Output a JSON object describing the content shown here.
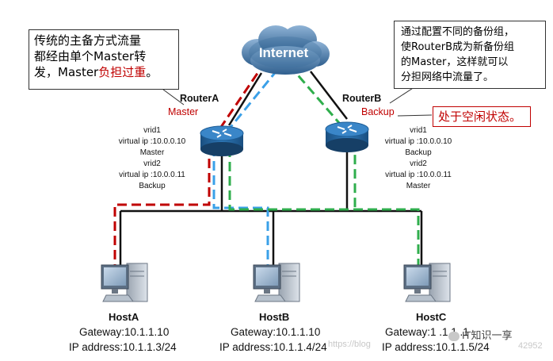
{
  "internet": {
    "label": "Internet"
  },
  "callout_left": {
    "line1": "传统的主备方式流量",
    "line2": "都经由单个Master转",
    "line3_prefix": "发，Master",
    "line3_highlight": "负担过重",
    "line3_suffix": "。"
  },
  "callout_right": {
    "line1": "通过配置不同的备份组，",
    "line2": "使RouterB成为新备份组",
    "line3": "的Master，这样就可以",
    "line4": "分担网络中流量了。"
  },
  "callout_idle": {
    "text": "处于空闲状态。"
  },
  "router_a": {
    "name": "RouterA",
    "role": "Master",
    "vrid1": "vrid1",
    "vip1": "virtual ip :10.0.0.10",
    "state1": "Master",
    "vrid2": "vrid2",
    "vip2": "virtual ip :10.0.0.11",
    "state2": "Backup"
  },
  "router_b": {
    "name": "RouterB",
    "role": "Backup",
    "vrid1": "vrid1",
    "vip1": "virtual ip :10.0.0.10",
    "state1": "Backup",
    "vrid2": "vrid2",
    "vip2": "virtual ip :10.0.0.11",
    "state2": "Master"
  },
  "hosts": [
    {
      "name": "HostA",
      "gateway": "Gateway:10.1.1.10",
      "ip": "IP address:10.1.1.3/24"
    },
    {
      "name": "HostB",
      "gateway": "Gateway:10.1.1.10",
      "ip": "IP address:10.1.1.4/24"
    },
    {
      "name": "HostC",
      "gateway": "Gateway:1 .1.1 .1",
      "ip": "IP address:10.1.1.5/24"
    }
  ],
  "watermarks": {
    "blog": "https://blog",
    "channel": "IT知识一享",
    "num": "42952"
  },
  "colors": {
    "red": "#c00000",
    "blue": "#3aa0e8",
    "green": "#2fae4c",
    "router_body": "#1d5d96",
    "cloud": "#3d6f9e"
  },
  "icons": {
    "router": "router-icon",
    "computer": "computer-icon",
    "cloud": "cloud-icon"
  }
}
